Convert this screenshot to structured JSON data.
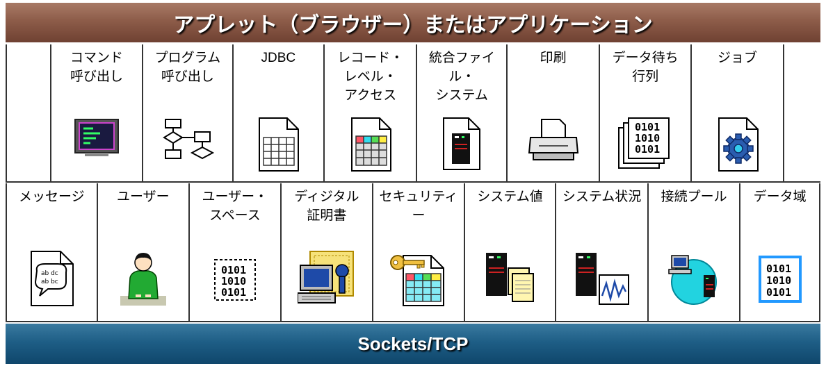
{
  "top_band": {
    "label": "アプレット（ブラウザー）またはアプリケーション"
  },
  "bottom_band": {
    "label": "Sockets/TCP"
  },
  "row1": [
    {
      "label": "コマンド\n呼び出し",
      "icon": "terminal-icon"
    },
    {
      "label": "プログラム\n呼び出し",
      "icon": "flowchart-icon"
    },
    {
      "label": "JDBC",
      "icon": "table-document-icon"
    },
    {
      "label": "レコード・\nレベル・\nアクセス",
      "icon": "record-table-icon"
    },
    {
      "label": "統合ファイル・\nシステム",
      "icon": "server-file-icon"
    },
    {
      "label": "印刷",
      "icon": "printer-icon"
    },
    {
      "label": "データ待ち\n行列",
      "icon": "binary-stack-icon"
    },
    {
      "label": "ジョブ",
      "icon": "gear-document-icon"
    }
  ],
  "row2": [
    {
      "label": "メッセージ",
      "icon": "speech-bubble-icon"
    },
    {
      "label": "ユーザー",
      "icon": "user-icon"
    },
    {
      "label": "ユーザー・\nスペース",
      "icon": "binary-dashed-icon"
    },
    {
      "label": "ディジタル\n証明書",
      "icon": "certificate-icon"
    },
    {
      "label": "セキュリティー",
      "icon": "key-table-icon"
    },
    {
      "label": "システム値",
      "icon": "server-documents-icon"
    },
    {
      "label": "システム状況",
      "icon": "server-chart-icon"
    },
    {
      "label": "接続プール",
      "icon": "network-globe-icon"
    },
    {
      "label": "データ域",
      "icon": "binary-box-icon"
    }
  ],
  "colors": {
    "top_band": "#8d5c49",
    "bottom_band": "#1e5e86",
    "terminal_screen": "#1a1a40",
    "globe": "#22d3e0",
    "binary_box_border": "#2299ff"
  }
}
